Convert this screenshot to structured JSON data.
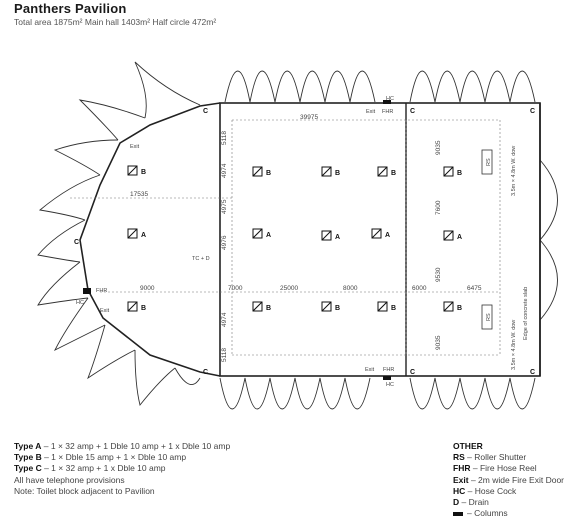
{
  "header": {
    "title": "Panthers Pavilion",
    "subtitle": "Total area 1875m² Main hall 1403m² Half circle 472m²"
  },
  "plan": {
    "corner_label": "C",
    "outlet_a": "A",
    "outlet_b": "B",
    "exit_label": "Exit",
    "fhr_label": "FHR",
    "hc_label": "HC",
    "d_label": "D",
    "rs_label": "RS",
    "dims": {
      "top_width": "39975",
      "left_radius": "17535",
      "top_gap": "5118",
      "bottom_gap": "5118",
      "bay1": "4974",
      "bay2": "4975",
      "bay3": "4976",
      "bay4": "4974",
      "row_9000": "9000",
      "row_7000": "7000",
      "row_25000": "25000",
      "row_8000": "8000",
      "row_6000": "6000",
      "row_6475": "6475",
      "right_upper": "9035",
      "right_mid": "7600",
      "right_lower": "9035",
      "right_lower2": "9530",
      "tc_label": "TC + D",
      "roller_upper": "3.5m × 4.8m W. dow",
      "roller_lower": "3.5m × 4.8m W. dow",
      "edge_note": "Edge of concrete slab"
    }
  },
  "legend": {
    "type_a_key": "Type A",
    "type_a_desc": "1 × 32 amp + 1 Dble 10 amp + 1 x Dble 10 amp",
    "type_b_key": "Type B",
    "type_b_desc": "1 × Dble 15 amp + 1 × Dble 10 amp",
    "type_c_key": "Type C",
    "type_c_desc": "1 × 32 amp + 1 x Dble 10 amp",
    "note1": "All have telephone provisions",
    "note2": "Note: Toilet block adjacent to Pavilion"
  },
  "other": {
    "heading": "OTHER",
    "rs_key": "RS",
    "rs_desc": "Roller Shutter",
    "fhr_key": "FHR",
    "fhr_desc": "Fire Hose Reel",
    "exit_key": "Exit",
    "exit_desc": "2m wide Fire Exit Door",
    "hc_key": "HC",
    "hc_desc": "Hose Cock",
    "d_key": "D",
    "d_desc": "Drain",
    "col_desc": "Columns"
  }
}
